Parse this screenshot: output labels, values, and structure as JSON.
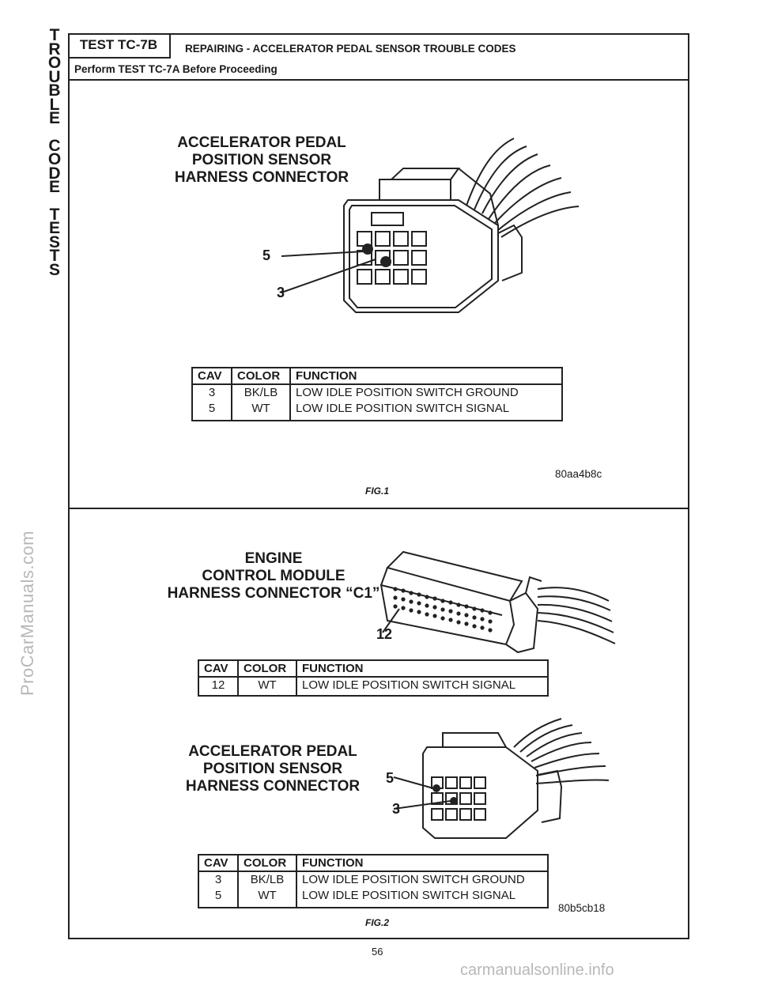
{
  "side_tab": {
    "letters": [
      "T",
      "R",
      "O",
      "U",
      "B",
      "L",
      "E",
      "",
      "C",
      "O",
      "D",
      "E",
      "",
      "T",
      "E",
      "S",
      "T",
      "S"
    ]
  },
  "watermark_left": "ProCarManuals.com",
  "header": {
    "test_id": "TEST TC-7B",
    "title": "REPAIRING - ACCELERATOR PEDAL SENSOR TROUBLE CODES",
    "subtitle": "Perform TEST TC-7A Before Proceeding"
  },
  "fig1": {
    "connector_label": [
      "ACCELERATOR PEDAL",
      "POSITION SENSOR",
      "HARNESS CONNECTOR"
    ],
    "callout_5": "5",
    "callout_3": "3",
    "table": {
      "headers": [
        "CAV",
        "COLOR",
        "FUNCTION"
      ],
      "cav": [
        "3",
        "5"
      ],
      "color": [
        "BK/LB",
        "WT"
      ],
      "function": [
        "LOW IDLE POSITION SWITCH GROUND",
        "LOW IDLE POSITION SWITCH SIGNAL"
      ]
    },
    "code": "80aa4b8c",
    "caption": "FIG.1"
  },
  "fig2": {
    "ecm_label": [
      "ENGINE",
      "CONTROL MODULE",
      "HARNESS CONNECTOR “C1”"
    ],
    "callout_12": "12",
    "table1": {
      "headers": [
        "CAV",
        "COLOR",
        "FUNCTION"
      ],
      "cav": [
        "12"
      ],
      "color": [
        "WT"
      ],
      "function": [
        "LOW IDLE POSITION SWITCH SIGNAL"
      ]
    },
    "connector_label": [
      "ACCELERATOR PEDAL",
      "POSITION SENSOR",
      "HARNESS CONNECTOR"
    ],
    "callout_5": "5",
    "callout_3": "3",
    "table2": {
      "headers": [
        "CAV",
        "COLOR",
        "FUNCTION"
      ],
      "cav": [
        "3",
        "5"
      ],
      "color": [
        "BK/LB",
        "WT"
      ],
      "function": [
        "LOW IDLE POSITION SWITCH GROUND",
        "LOW IDLE POSITION SWITCH SIGNAL"
      ]
    },
    "code": "80b5cb18",
    "caption": "FIG.2"
  },
  "page_number": "56",
  "watermark_bottom": "carmanualsonline.info"
}
